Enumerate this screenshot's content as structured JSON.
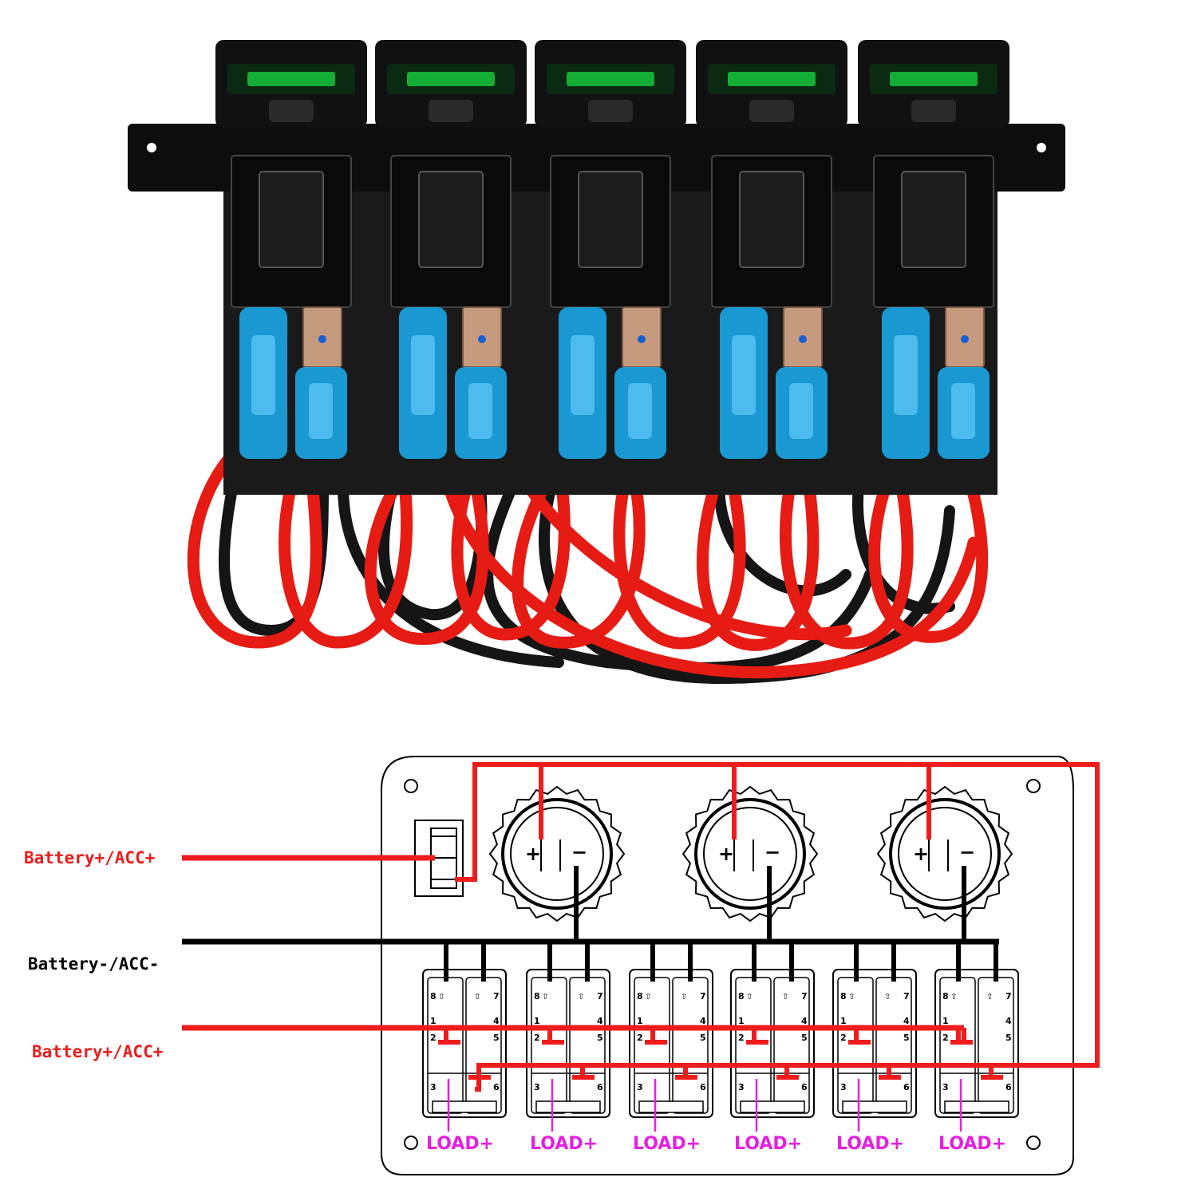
{
  "photo": {
    "switch_count": 5,
    "led_color": "#16c43c",
    "terminal_color": "#1aa6e6",
    "wire_colors": [
      "#e51b14",
      "#151515"
    ]
  },
  "diagram": {
    "labels": {
      "battery_pos_top": "Battery+/ACC+",
      "battery_neg": "Battery-/ACC-",
      "battery_pos_bottom": "Battery+/ACC+"
    },
    "gauge_signs": {
      "plus": "+",
      "minus": "−"
    },
    "switch_pin_numbers": {
      "left": [
        "8",
        "1",
        "2",
        "3"
      ],
      "right": [
        "7",
        "4",
        "5",
        "6"
      ]
    },
    "load_labels": [
      "LOAD+",
      "LOAD+",
      "LOAD+",
      "LOAD+",
      "LOAD+",
      "LOAD+"
    ],
    "colors": {
      "red": "#ee1c1c",
      "black": "#000000",
      "magenta": "#e51fe0",
      "label_red": "#ee1c1c"
    }
  }
}
